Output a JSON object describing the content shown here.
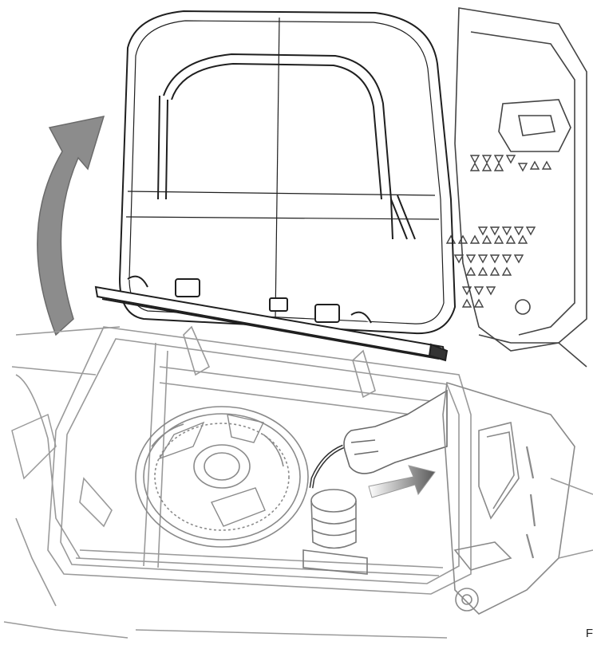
{
  "figure": {
    "corner_label": "F",
    "colors": {
      "line_dark": "#2b2b2b",
      "line_light": "#9a9a9a",
      "arrow_grey": "#8c8c8c",
      "background": "#ffffff"
    },
    "parts": [
      "seat-back",
      "seat-hinge-bar",
      "rotation-arrow",
      "storage-compartment",
      "spare-wheel-cover",
      "hand",
      "pull-direction-arrow",
      "side-console",
      "right-panel"
    ]
  }
}
